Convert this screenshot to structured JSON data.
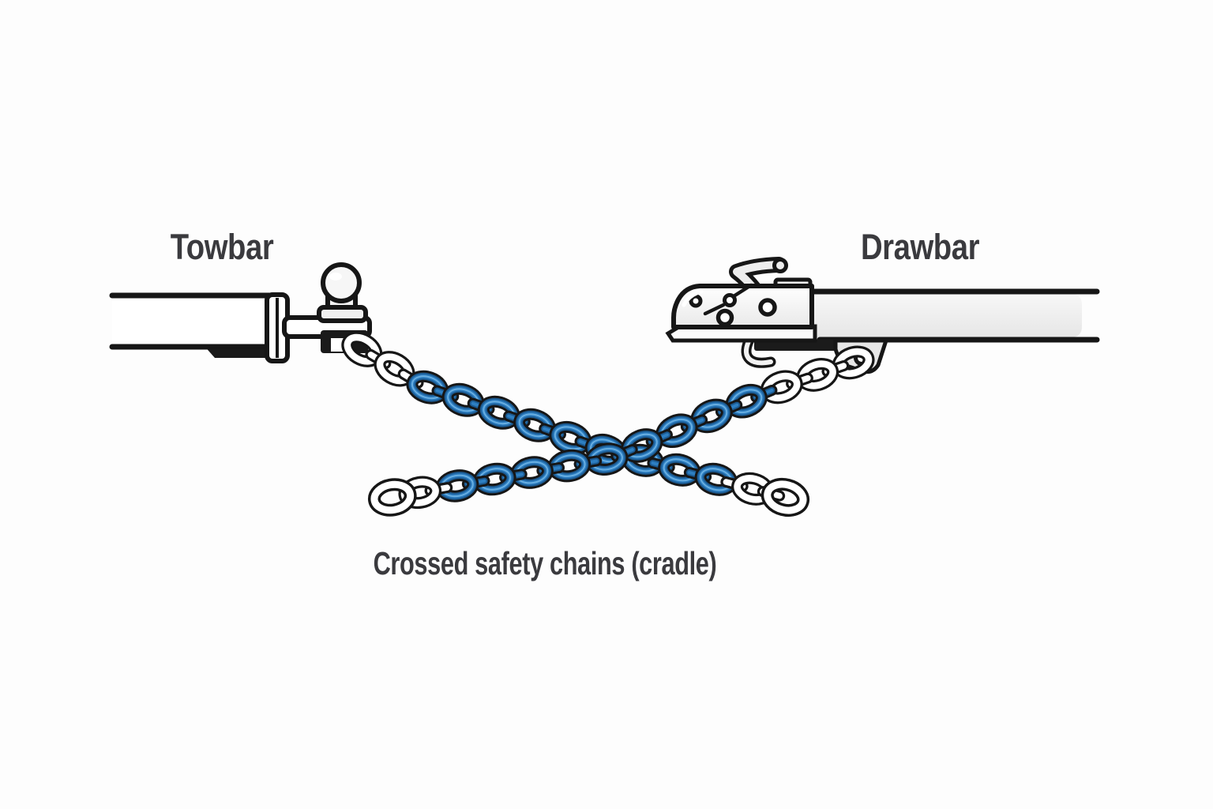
{
  "labels": {
    "left": "Towbar",
    "right": "Drawbar"
  },
  "caption": "Crossed safety chains (cradle)",
  "colors": {
    "text": "#3a3a3e",
    "outline": "#161616",
    "chain_blue": "#2e7fc2",
    "chain_blue_dark": "#1c5c94",
    "chain_blue_light": "#6db1e2",
    "chain_white": "#ffffff",
    "metal_fill": "#ececec",
    "background": "#fdfdfd"
  }
}
